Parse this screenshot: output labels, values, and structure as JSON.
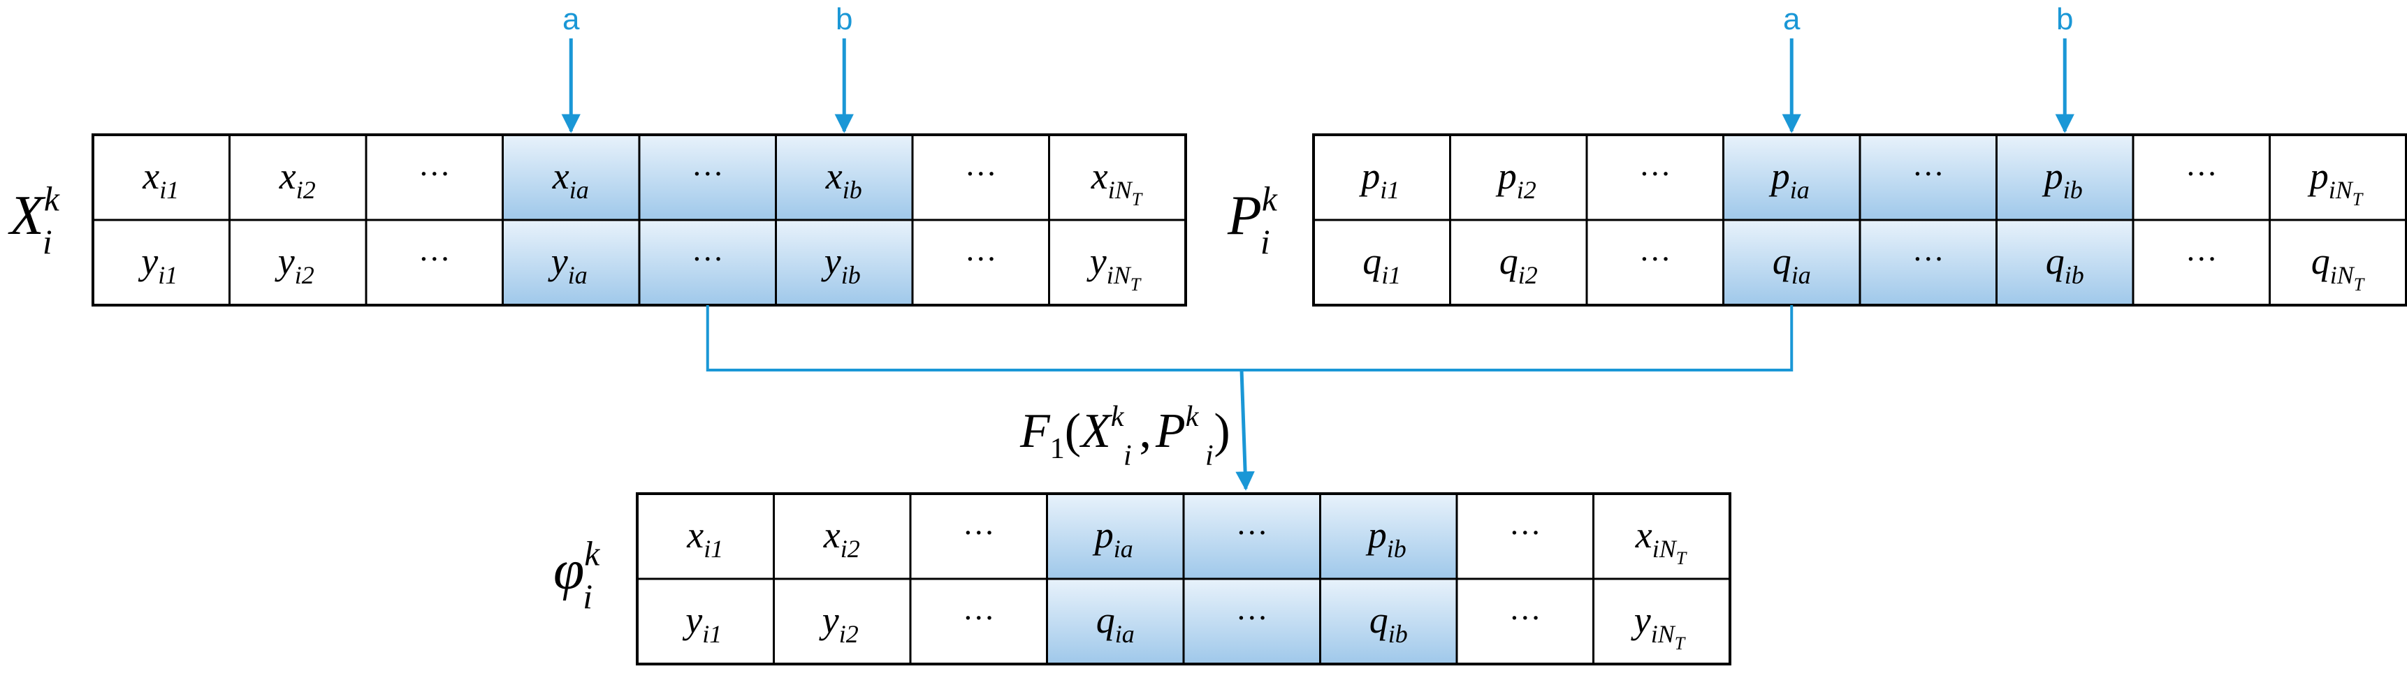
{
  "colors": {
    "accent": "#1a97d6",
    "cell_fill": "#ffffff",
    "highlight_top": "#e8f2fb",
    "highlight_bottom": "#9fc8ea",
    "border": "#000000"
  },
  "pointers": {
    "a": "a",
    "b": "b"
  },
  "dots": "···",
  "function_label": {
    "name": "F",
    "sub": "1",
    "open": "(",
    "arg1": "X",
    "arg2": "P",
    "sup": "k",
    "argsub": "i",
    "comma": ",",
    "close": ")"
  },
  "tables": {
    "X": {
      "label": {
        "main": "X",
        "sup": "k",
        "sub": "i"
      },
      "highlight": [
        3,
        4,
        5
      ],
      "rows": [
        [
          {
            "b": "x",
            "s": "i1"
          },
          {
            "b": "x",
            "s": "i2"
          },
          {
            "dots": true
          },
          {
            "b": "x",
            "s": "ia"
          },
          {
            "dots": true
          },
          {
            "b": "x",
            "s": "ib"
          },
          {
            "dots": true
          },
          {
            "b": "x",
            "s": "iN",
            "ss": "T"
          }
        ],
        [
          {
            "b": "y",
            "s": "i1"
          },
          {
            "b": "y",
            "s": "i2"
          },
          {
            "dots": true
          },
          {
            "b": "y",
            "s": "ia"
          },
          {
            "dots": true
          },
          {
            "b": "y",
            "s": "ib"
          },
          {
            "dots": true
          },
          {
            "b": "y",
            "s": "iN",
            "ss": "T"
          }
        ]
      ]
    },
    "P": {
      "label": {
        "main": "P",
        "sup": "k",
        "sub": "i"
      },
      "highlight": [
        3,
        4,
        5
      ],
      "rows": [
        [
          {
            "b": "p",
            "s": "i1"
          },
          {
            "b": "p",
            "s": "i2"
          },
          {
            "dots": true
          },
          {
            "b": "p",
            "s": "ia"
          },
          {
            "dots": true
          },
          {
            "b": "p",
            "s": "ib"
          },
          {
            "dots": true
          },
          {
            "b": "p",
            "s": "iN",
            "ss": "T"
          }
        ],
        [
          {
            "b": "q",
            "s": "i1"
          },
          {
            "b": "q",
            "s": "i2"
          },
          {
            "dots": true
          },
          {
            "b": "q",
            "s": "ia"
          },
          {
            "dots": true
          },
          {
            "b": "q",
            "s": "ib"
          },
          {
            "dots": true
          },
          {
            "b": "q",
            "s": "iN",
            "ss": "T"
          }
        ]
      ]
    },
    "Phi": {
      "label": {
        "main": "φ",
        "sup": "k",
        "sub": "i"
      },
      "highlight": [
        3,
        4,
        5
      ],
      "rows": [
        [
          {
            "b": "x",
            "s": "i1"
          },
          {
            "b": "x",
            "s": "i2"
          },
          {
            "dots": true
          },
          {
            "b": "p",
            "s": "ia"
          },
          {
            "dots": true
          },
          {
            "b": "p",
            "s": "ib"
          },
          {
            "dots": true
          },
          {
            "b": "x",
            "s": "iN",
            "ss": "T"
          }
        ],
        [
          {
            "b": "y",
            "s": "i1"
          },
          {
            "b": "y",
            "s": "i2"
          },
          {
            "dots": true
          },
          {
            "b": "q",
            "s": "ia"
          },
          {
            "dots": true
          },
          {
            "b": "q",
            "s": "ib"
          },
          {
            "dots": true
          },
          {
            "b": "y",
            "s": "iN",
            "ss": "T"
          }
        ]
      ]
    }
  }
}
